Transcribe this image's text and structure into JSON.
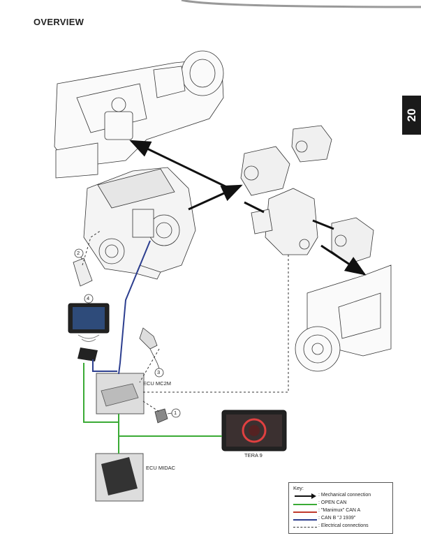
{
  "page": {
    "title": "OVERVIEW",
    "tab_number": "20"
  },
  "components": {
    "ecu_mc2m": "ECU MC2M",
    "ecu_midac": "ECU MIDAC",
    "display": "TERA 9"
  },
  "callouts": [
    "1",
    "2",
    "3",
    "4"
  ],
  "key": {
    "title": "Key:",
    "items": [
      {
        "label": ": Mechanical connection",
        "style": "arrow",
        "color": "#111111"
      },
      {
        "label": ": OPEN CAN",
        "style": "solid",
        "color": "#3aaa35"
      },
      {
        "label": ": \"Manimux\" CAN A",
        "style": "solid",
        "color": "#c0392b"
      },
      {
        "label": ": CAN B \"J 1939\"",
        "style": "solid",
        "color": "#2c3e8f"
      },
      {
        "label": ": Electrical connections",
        "style": "dashed",
        "color": "#333333"
      }
    ]
  },
  "colors": {
    "open_can": "#3aaa35",
    "can_b": "#2c3e8f",
    "manimux": "#c0392b"
  }
}
